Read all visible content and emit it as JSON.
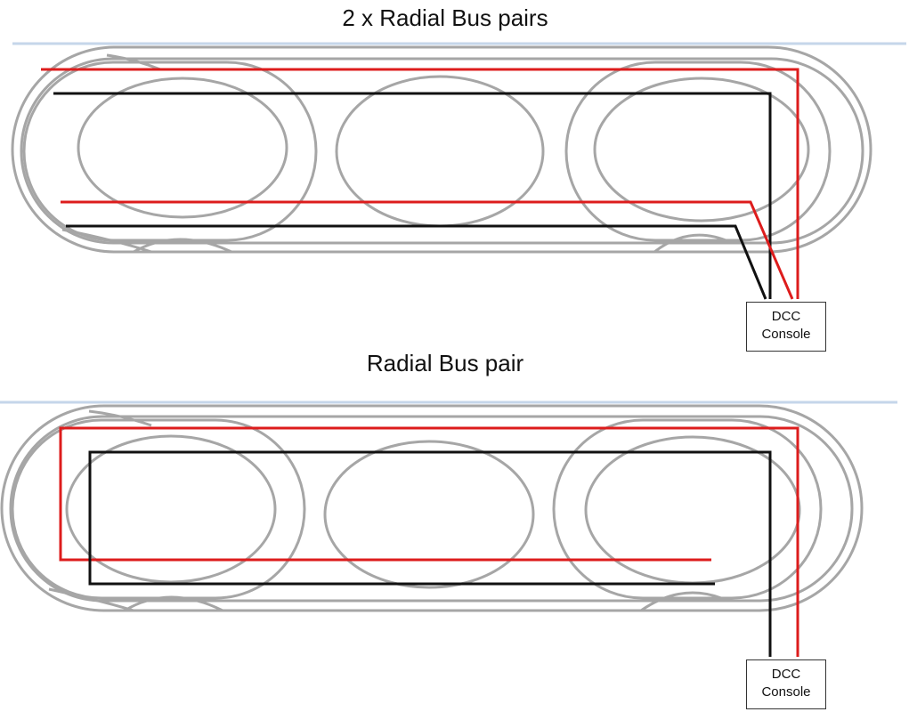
{
  "sections": [
    {
      "title": "2 x Radial Bus pairs",
      "console": {
        "line1": "DCC",
        "line2": "Console"
      }
    },
    {
      "title": "Radial Bus pair",
      "console": {
        "line1": "DCC",
        "line2": "Console"
      }
    }
  ],
  "colors": {
    "track": "#a6a6a6",
    "bus_red": "#dd1c1c",
    "bus_black": "#111111",
    "divider": "#c5d6ea"
  }
}
